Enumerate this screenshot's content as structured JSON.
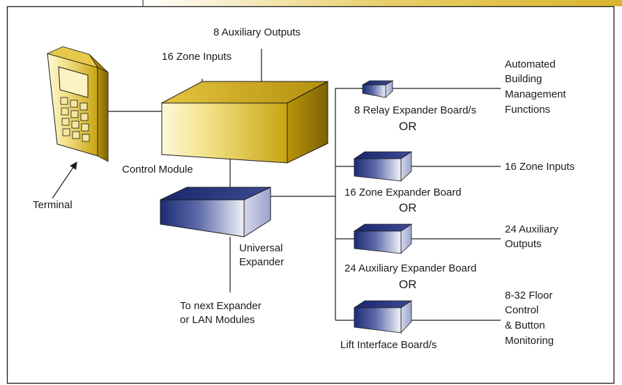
{
  "labels": {
    "aux_outputs_8": "8 Auxiliary Outputs",
    "zone_inputs_16": "16 Zone Inputs",
    "control_module": "Control Module",
    "terminal": "Terminal",
    "universal_expander_1": "Universal",
    "universal_expander_2": "Expander",
    "next_expander_1": "To next Expander",
    "next_expander_2": "or LAN Modules",
    "relay_expander": "8 Relay Expander Board/s",
    "or_1": "OR",
    "zone_expander": "16 Zone Expander Board",
    "or_2": "OR",
    "aux_expander": "24 Auxiliary Expander Board",
    "or_3": "OR",
    "lift_interface": "Lift Interface Board/s",
    "abm_1": "Automated",
    "abm_2": "Building",
    "abm_3": "Management",
    "abm_4": "Functions",
    "out_zone_inputs": "16 Zone Inputs",
    "out_aux_1": "24 Auxiliary",
    "out_aux_2": "Outputs",
    "floor_1": "8-32 Floor",
    "floor_2": "Control",
    "floor_3": "& Button",
    "floor_4": "Monitoring"
  },
  "colors": {
    "gold": "#c9a411",
    "gold_light": "#fbf3c4",
    "navy": "#1f2f78",
    "navy_light": "#e9ebf6",
    "header_band": "#d9b52e"
  },
  "icons": [
    "keypad-terminal-icon",
    "gold-box-icon",
    "blue-box-icon"
  ]
}
